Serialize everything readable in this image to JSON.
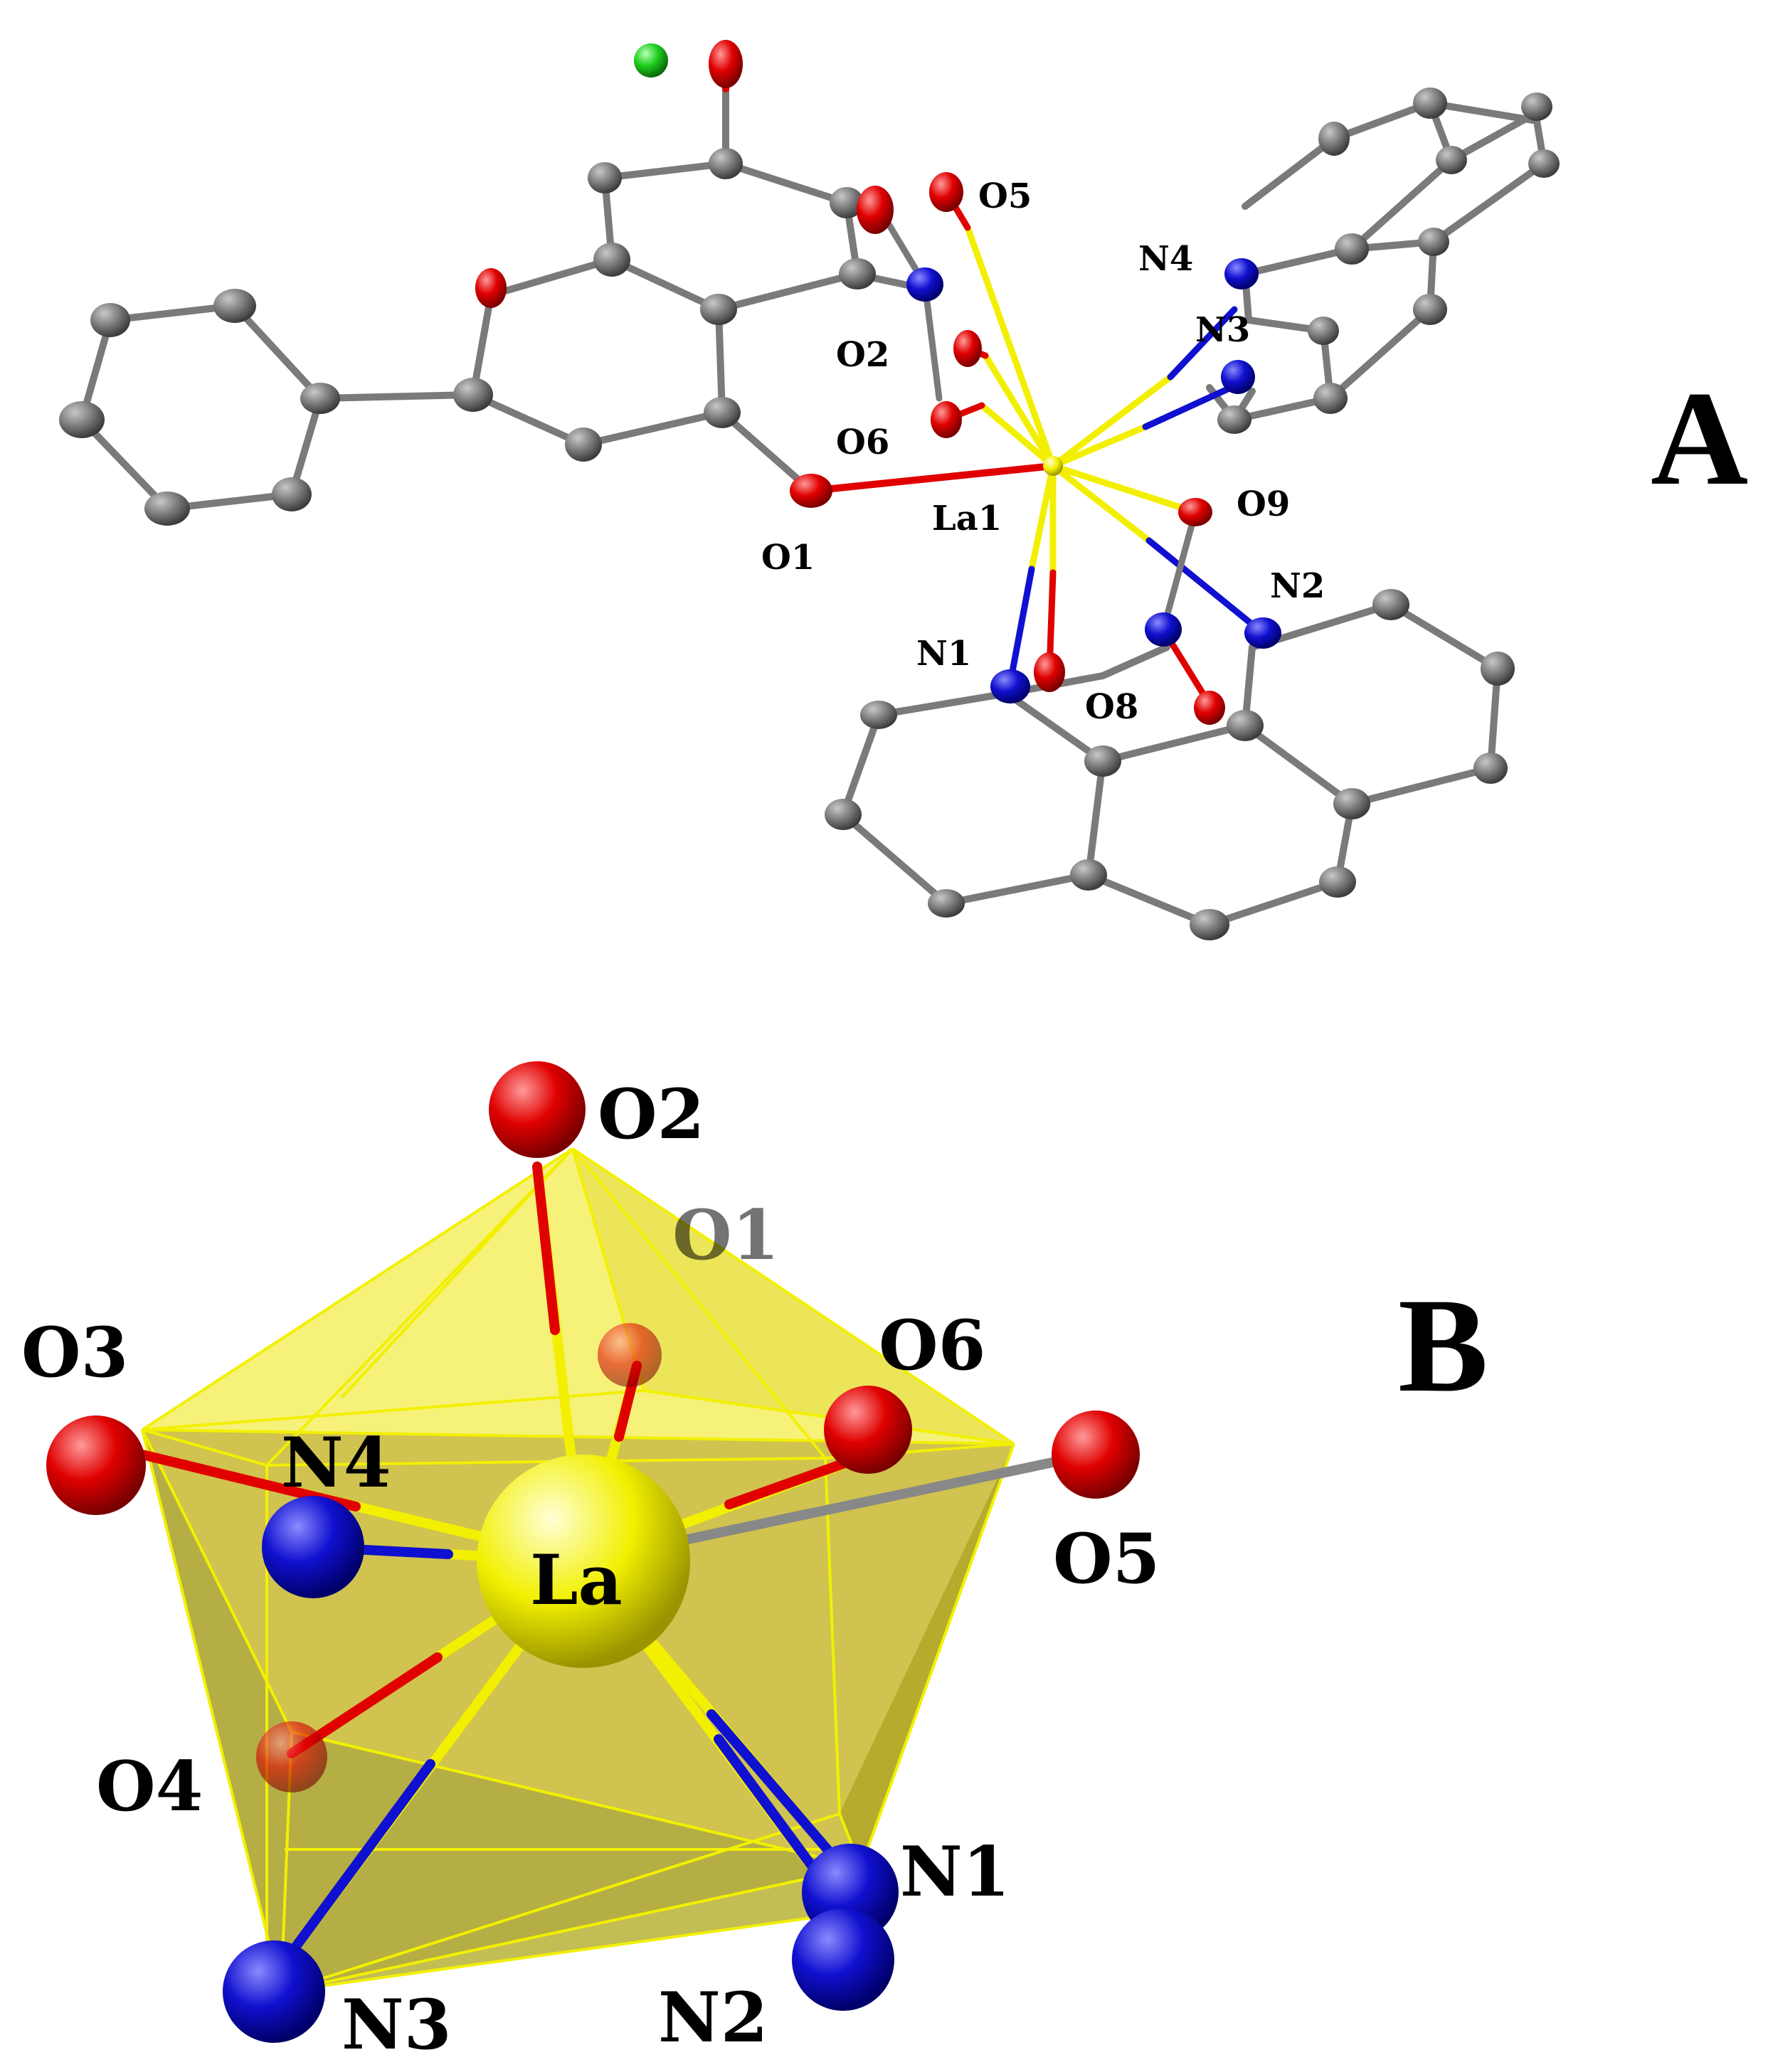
{
  "panels": {
    "a": {
      "letter": "A",
      "labels": {
        "o5": "O5",
        "n4": "N4",
        "n3": "N3",
        "o2": "O2",
        "o6": "O6",
        "o1": "O1",
        "la1": "La1",
        "o9": "O9",
        "n2": "N2",
        "n1": "N1",
        "o8": "O8"
      }
    },
    "b": {
      "letter": "B",
      "labels": {
        "o2": "O2",
        "o1": "O1",
        "o3": "O3",
        "o6": "O6",
        "n4": "N4",
        "la": "La",
        "o5": "O5",
        "o4": "O4",
        "n1": "N1",
        "n3": "N3",
        "n2": "N2"
      }
    }
  },
  "colors": {
    "carbon": "#7a7a7a",
    "oxygen": "#e00000",
    "nitrogen": "#1010d0",
    "lanthanum": "#f2f000",
    "chlorine": "#20d020",
    "polyhedron": "#c8b400"
  }
}
